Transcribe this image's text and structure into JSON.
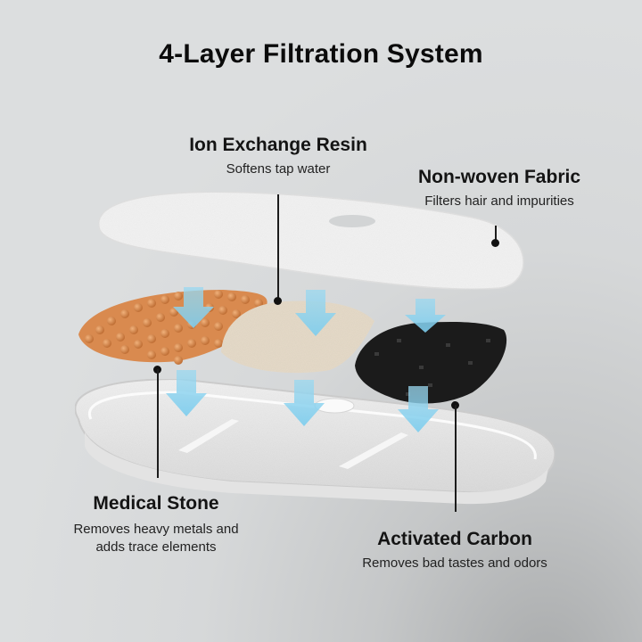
{
  "title": "4-Layer Filtration System",
  "layers": [
    {
      "name": "Ion Exchange Resin",
      "description": "Softens tap water",
      "icon": "resin-granules-icon",
      "color": "#e7dccb"
    },
    {
      "name": "Non-woven Fabric",
      "description": "Filters hair and impurities",
      "icon": "fabric-sheet-icon",
      "color": "#f1f1f1"
    },
    {
      "name": "Medical Stone",
      "description_lines": [
        "Removes heavy metals and",
        "adds trace elements"
      ],
      "icon": "stone-granules-icon",
      "color": "#d98a4f"
    },
    {
      "name": "Activated Carbon",
      "description": "Removes bad tastes and odors",
      "icon": "carbon-granules-icon",
      "color": "#1a1a1a"
    }
  ],
  "colors": {
    "background": "#dcdedf",
    "arrow": "#8fd3ee",
    "tray": "#e9e9e9",
    "leader": "#1c1c1c"
  }
}
